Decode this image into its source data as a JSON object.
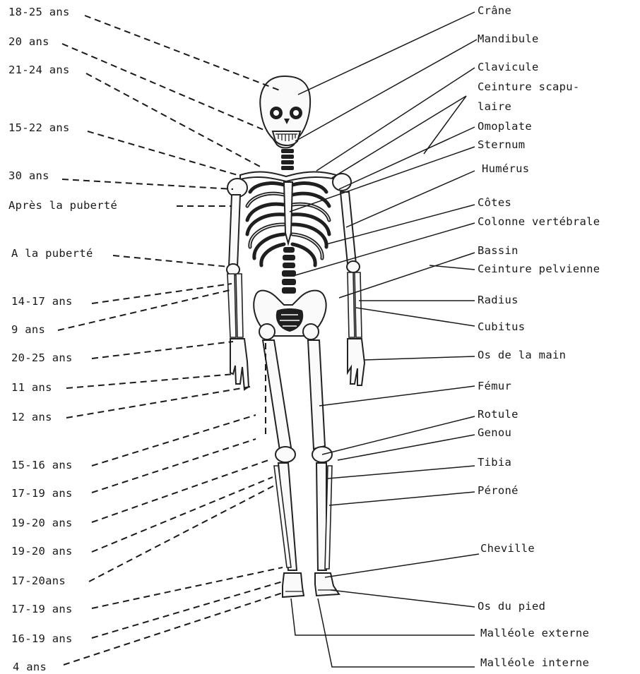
{
  "age_labels": [
    "18-25 ans",
    "20 ans",
    "21-24 ans",
    "15-22 ans",
    "30 ans",
    "Après la puberté",
    "A la puberté",
    "14-17 ans",
    "9 ans",
    "20-25 ans",
    "11 ans",
    "12 ans",
    "15-16 ans",
    "17-19 ans",
    "19-20 ans",
    "19-20 ans",
    "17-20ans",
    "17-19 ans",
    "16-19 ans",
    "4 ans"
  ],
  "bone_labels": [
    "Crâne",
    "Mandibule",
    "Clavicule",
    "Ceinture scapu-",
    "laire",
    "Omoplate",
    "Sternum",
    "Humérus",
    "Côtes",
    "Colonne vertébrale",
    "Bassin",
    "Ceinture pelvienne",
    "Radius",
    "Cubitus",
    "Os de la main",
    "Fémur",
    "Rotule",
    "Genou",
    "Tibia",
    "Péroné",
    "Cheville",
    "Os du pied",
    "Malléole externe",
    "Malléole interne"
  ]
}
